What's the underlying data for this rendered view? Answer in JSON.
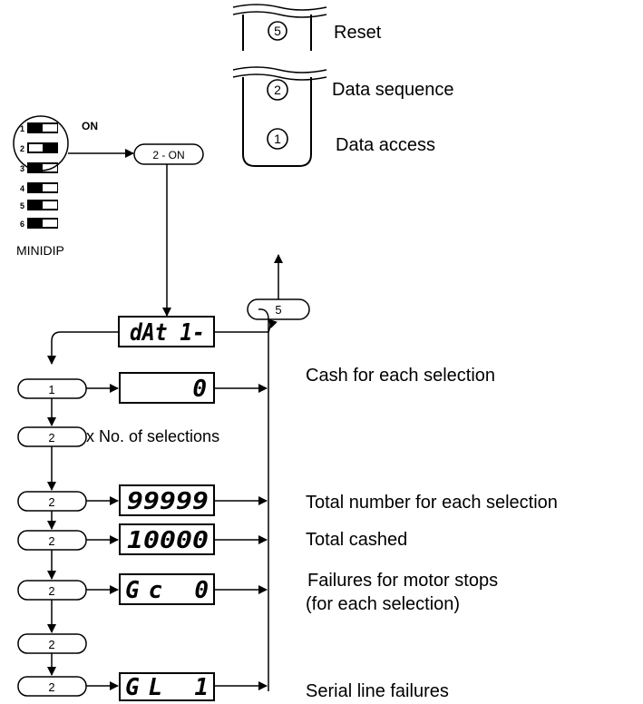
{
  "legend": {
    "reset": {
      "key": "5",
      "label": "Reset"
    },
    "sequence": {
      "key": "2",
      "label": "Data sequence"
    },
    "access": {
      "key": "1",
      "label": "Data access"
    }
  },
  "minidip": {
    "on_label": "ON",
    "name": "MINIDIP",
    "switch_numbers": [
      "1",
      "2",
      "3",
      "4",
      "5",
      "6"
    ],
    "active_switch": "2"
  },
  "flow": {
    "enter_key": "2 - ON",
    "exit_key": "5",
    "menu_display": "dAt 1-",
    "steps": [
      {
        "key": "1",
        "display": "0",
        "label": "Cash for each selection"
      },
      {
        "key": "2",
        "display": "",
        "label": "x No. of selections"
      },
      {
        "key": "2",
        "display": "99999",
        "label": "Total number for each selection"
      },
      {
        "key": "2",
        "display": "10000",
        "label": "Total cashed"
      },
      {
        "key": "2",
        "display": "Gc 0",
        "label": "Failures for motor stops",
        "sublabel": "(for each selection)"
      },
      {
        "key": "2",
        "display": "",
        "label": ""
      },
      {
        "key": "2",
        "display": "GL 1",
        "label": "Serial line failures"
      }
    ]
  },
  "colors": {
    "ink": "#000000",
    "paper": "#ffffff"
  }
}
